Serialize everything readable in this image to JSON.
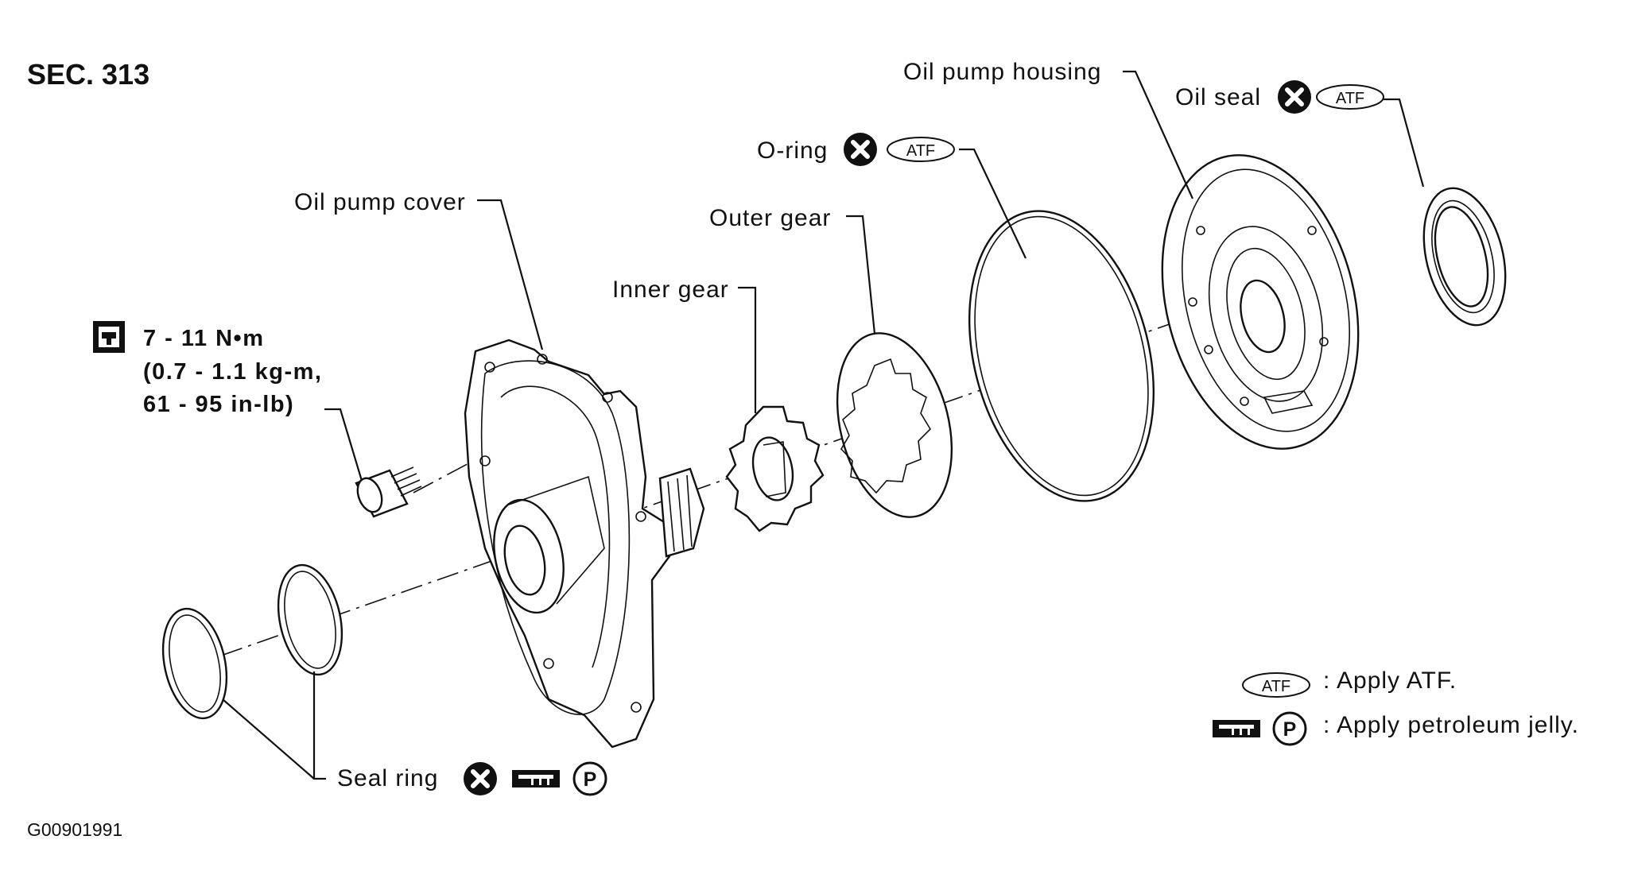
{
  "section": "SEC. 313",
  "figure_id": "G00901991",
  "torque": {
    "line1": "7 - 11 N•m",
    "line2": "(0.7 - 1.1 kg-m,",
    "line3": "61 - 95 in-lb)"
  },
  "labels": {
    "oil_pump_cover": "Oil pump cover",
    "inner_gear": "Inner gear",
    "outer_gear": "Outer gear",
    "o_ring": "O-ring",
    "oil_pump_housing": "Oil pump housing",
    "oil_seal": "Oil seal",
    "seal_ring": "Seal ring"
  },
  "symbols": {
    "atf": "ATF",
    "petroleum_jelly": "P"
  },
  "legend": [
    {
      "symbol": "ATF",
      "text": ": Apply ATF."
    },
    {
      "symbol": "P",
      "text": ": Apply petroleum jelly."
    }
  ]
}
